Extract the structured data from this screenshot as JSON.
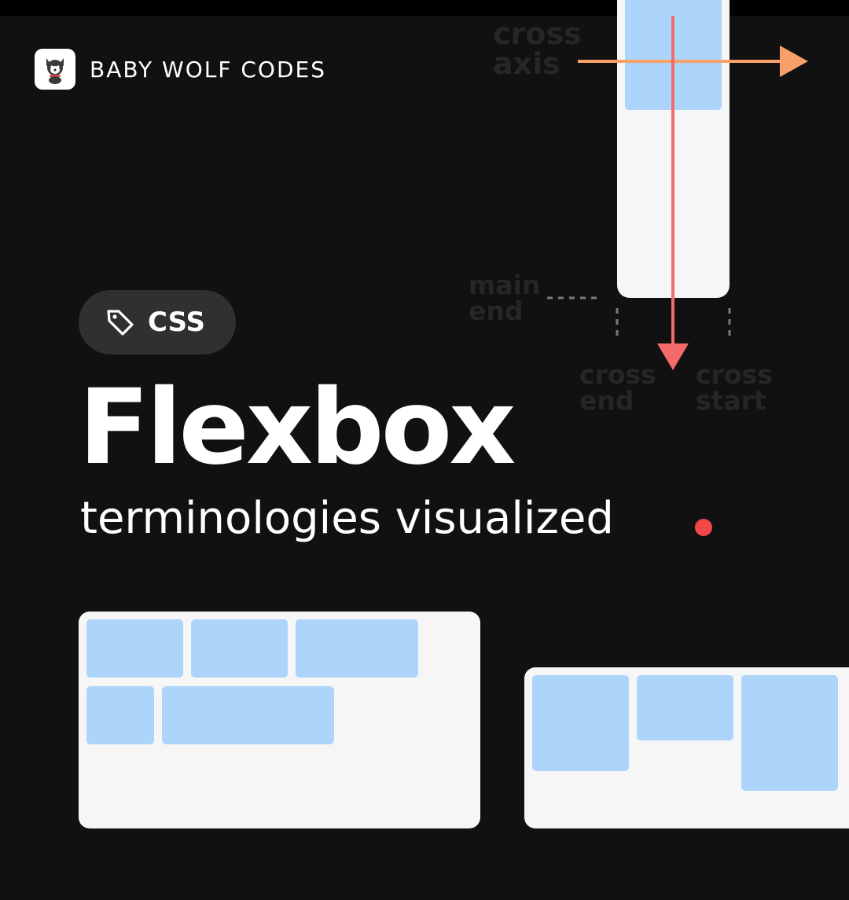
{
  "brand": {
    "name": "BABY WOLF CODES",
    "logo_icon": "wolf-icon"
  },
  "diagram_labels": {
    "cross_axis": [
      "cross",
      "axis"
    ],
    "main_end": [
      "main",
      "end"
    ],
    "cross_end": [
      "cross",
      "end"
    ],
    "cross_start": [
      "cross",
      "start"
    ]
  },
  "tag": {
    "icon": "tag-icon",
    "label": "CSS"
  },
  "headline": {
    "title": "Flexbox",
    "subtitle": "terminologies visualized"
  },
  "colors": {
    "background": "#111111",
    "container": "#f6f6f7",
    "item": "#add5fb",
    "main_axis_arrow": "#f36b6b",
    "cross_axis_arrow": "#f7a06a",
    "accent_dot": "#f04848",
    "tag_bg": "#303030"
  }
}
